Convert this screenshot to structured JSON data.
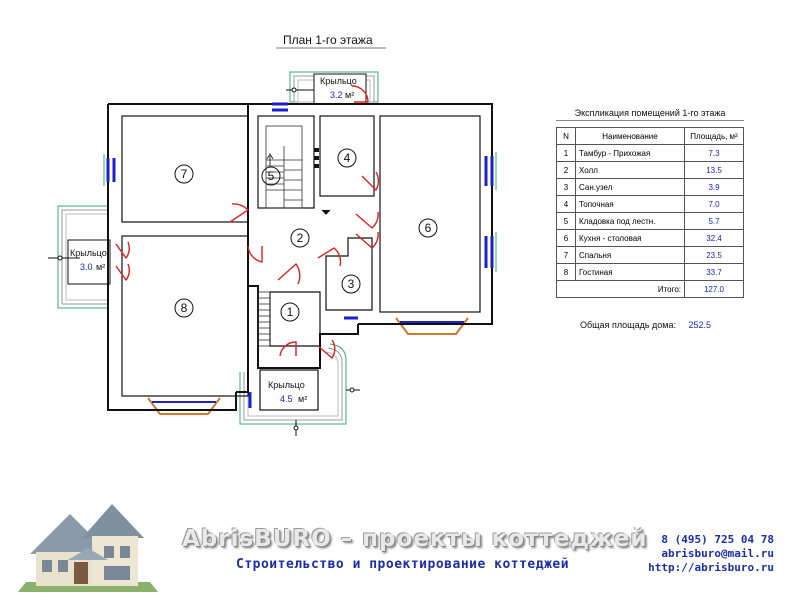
{
  "plan_title": "План 1-го этажа",
  "rooms": [
    {
      "num": "1",
      "name": "Тамбур - Прихожая",
      "area": "7.3"
    },
    {
      "num": "2",
      "name": "Холл",
      "area": "13.5"
    },
    {
      "num": "3",
      "name": "Сан.узел",
      "area": "3.9"
    },
    {
      "num": "4",
      "name": "Топочная",
      "area": "7.0"
    },
    {
      "num": "5",
      "name": "Кладовка под лестн.",
      "area": "5.7"
    },
    {
      "num": "6",
      "name": "Кухня - столовая",
      "area": "32.4"
    },
    {
      "num": "7",
      "name": "Спальня",
      "area": "23.5"
    },
    {
      "num": "8",
      "name": "Гостиная",
      "area": "33.7"
    }
  ],
  "porches": [
    {
      "label": "Крыльцо",
      "area": "3.2",
      "unit": "м²"
    },
    {
      "label": "Крыльцо",
      "area": "3.0",
      "unit": "м²"
    },
    {
      "label": "Крыльцо",
      "area": "4.5",
      "unit": "м²"
    }
  ],
  "explication": {
    "title": "Экспликация помещений 1-го этажа",
    "col_n": "N",
    "col_name": "Наименование",
    "col_area": "Площадь, м²",
    "total_label": "Итого:",
    "total_value": "127.0"
  },
  "house_total": {
    "label": "Общая площадь дома:",
    "value": "252.5"
  },
  "footer": {
    "brand": "AbrisBURO – проекты коттеджей",
    "subtitle": "Строительство и проектирование коттеджей",
    "phone": "8 (495) 725 04 78",
    "email": "abrisburo@mail.ru",
    "site": "http://abrisburo.ru"
  }
}
